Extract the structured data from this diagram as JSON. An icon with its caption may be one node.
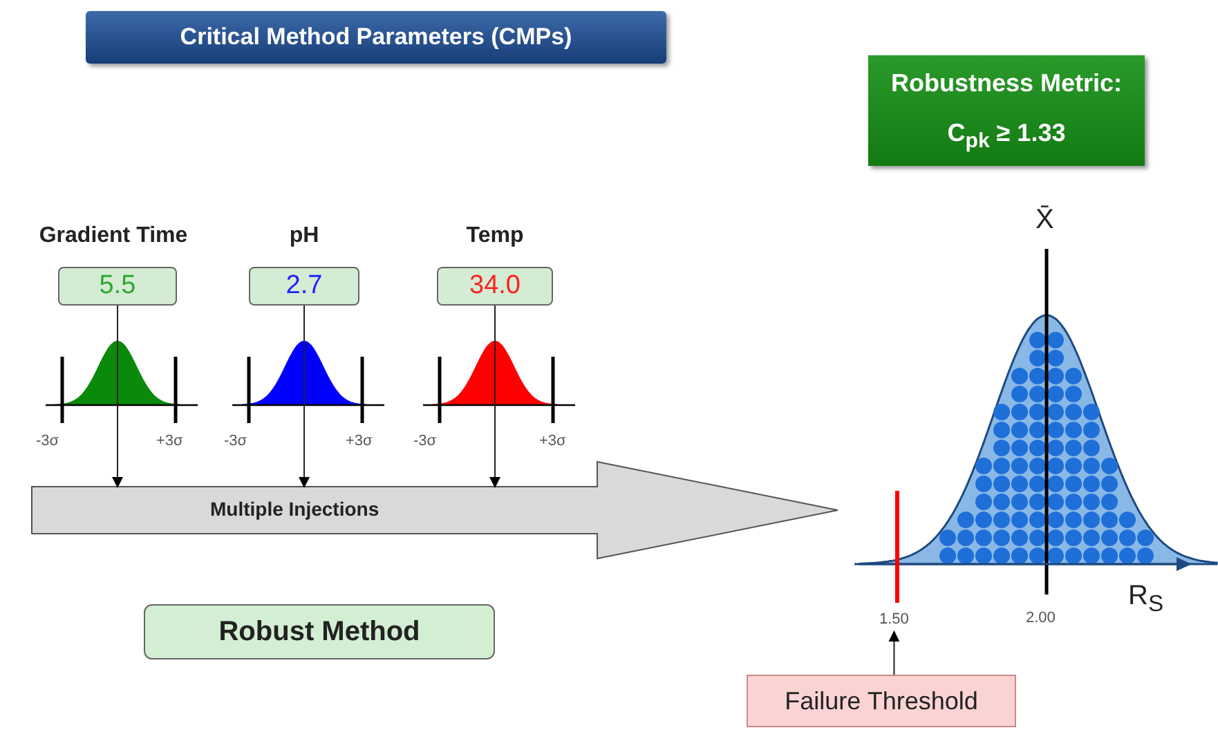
{
  "diagram": {
    "nodes": [
      {
        "text": [
          "Critical Method Parameters (CMPs)"
        ]
      },
      {
        "text": [
          "Gradient Time",
          "5.5"
        ]
      },
      {
        "text": [
          "pH",
          "2.7"
        ]
      },
      {
        "text": [
          "Temp",
          "34.0"
        ]
      },
      {
        "text": [
          "Multiple Injections"
        ]
      },
      {
        "text": [
          "Robust Method"
        ]
      },
      {
        "text": [
          "Robustness Metric:",
          "C$_{pk}$ ≥ 1.33"
        ]
      },
      {
        "text": [
          "Failure Threshold"
        ]
      },
      {
        "text": [
          "1.50"
        ]
      }
    ],
    "edges": [
      {
        "from": 1,
        "to": 4,
        "arrow": "to"
      },
      {
        "from": 2,
        "to": 4,
        "arrow": "to"
      },
      {
        "from": 3,
        "to": 4,
        "arrow": "to"
      },
      {
        "from": 7,
        "to": 8,
        "arrow": "to"
      }
    ],
    "labels": [
      "-3σ",
      "+3σ",
      "-3σ",
      "+3σ",
      "-3σ",
      "+3σ",
      "X̄",
      "2.00",
      "R$_{S}$"
    ]
  }
}
